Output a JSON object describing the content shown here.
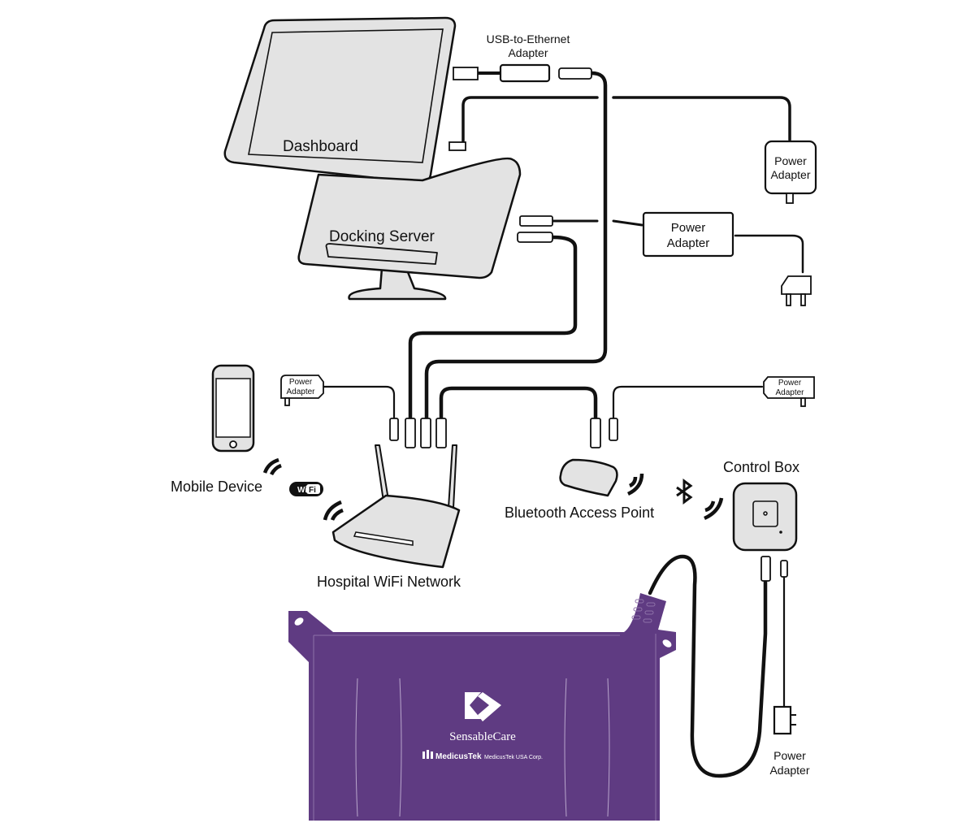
{
  "diagram": {
    "title": "SensableCare system network diagram",
    "nodes": {
      "dashboard": {
        "label": "Dashboard",
        "icon": "monitor-icon"
      },
      "docking_server": {
        "label": "Docking Server",
        "icon": "server-icon"
      },
      "usb_ethernet_adapter": {
        "label_line1": "USB-to-Ethernet",
        "label_line2": "Adapter",
        "icon": "usb-adapter-icon"
      },
      "power_adapter_dashboard": {
        "label_line1": "Power",
        "label_line2": "Adapter"
      },
      "power_adapter_server": {
        "label_line1": "Power",
        "label_line2": "Adapter"
      },
      "power_adapter_router": {
        "label_line1": "Power",
        "label_line2": "Adapter"
      },
      "power_adapter_bluetooth": {
        "label_line1": "Power",
        "label_line2": "Adapter"
      },
      "power_adapter_control_box": {
        "label_line1": "Power",
        "label_line2": "Adapter"
      },
      "mobile_device": {
        "label": "Mobile Device",
        "icon": "smartphone-icon"
      },
      "wifi_badge": {
        "text_left": "Wi",
        "text_right": "Fi",
        "icon": "wifi-logo-icon"
      },
      "router": {
        "label": "Hospital WiFi Network",
        "icon": "router-icon"
      },
      "bluetooth_ap": {
        "label": "Bluetooth Access Point",
        "icon": "bluetooth-access-point-icon"
      },
      "control_box": {
        "label": "Control Box",
        "icon": "control-box-icon"
      },
      "sensor_pad": {
        "brand": "Sensable",
        "brand_suffix": "Care",
        "maker": "MedicusTek",
        "maker_corp": "MedicusTek USA Corp.",
        "color": "#5f3b82"
      }
    },
    "connections": [
      {
        "from": "dashboard",
        "to": "usb_ethernet_adapter",
        "type": "USB"
      },
      {
        "from": "usb_ethernet_adapter",
        "to": "router",
        "type": "Ethernet"
      },
      {
        "from": "dashboard",
        "to": "power_adapter_dashboard",
        "type": "Power"
      },
      {
        "from": "docking_server",
        "to": "power_adapter_server",
        "type": "Power"
      },
      {
        "from": "docking_server",
        "to": "router",
        "type": "Ethernet"
      },
      {
        "from": "power_adapter_router",
        "to": "router",
        "type": "Power"
      },
      {
        "from": "router",
        "to": "bluetooth_ap",
        "type": "Ethernet"
      },
      {
        "from": "power_adapter_bluetooth",
        "to": "bluetooth_ap",
        "type": "Power"
      },
      {
        "from": "mobile_device",
        "to": "router",
        "type": "WiFi"
      },
      {
        "from": "bluetooth_ap",
        "to": "control_box",
        "type": "Bluetooth"
      },
      {
        "from": "sensor_pad",
        "to": "control_box",
        "type": "Cable"
      },
      {
        "from": "power_adapter_control_box",
        "to": "control_box",
        "type": "Power"
      }
    ]
  }
}
